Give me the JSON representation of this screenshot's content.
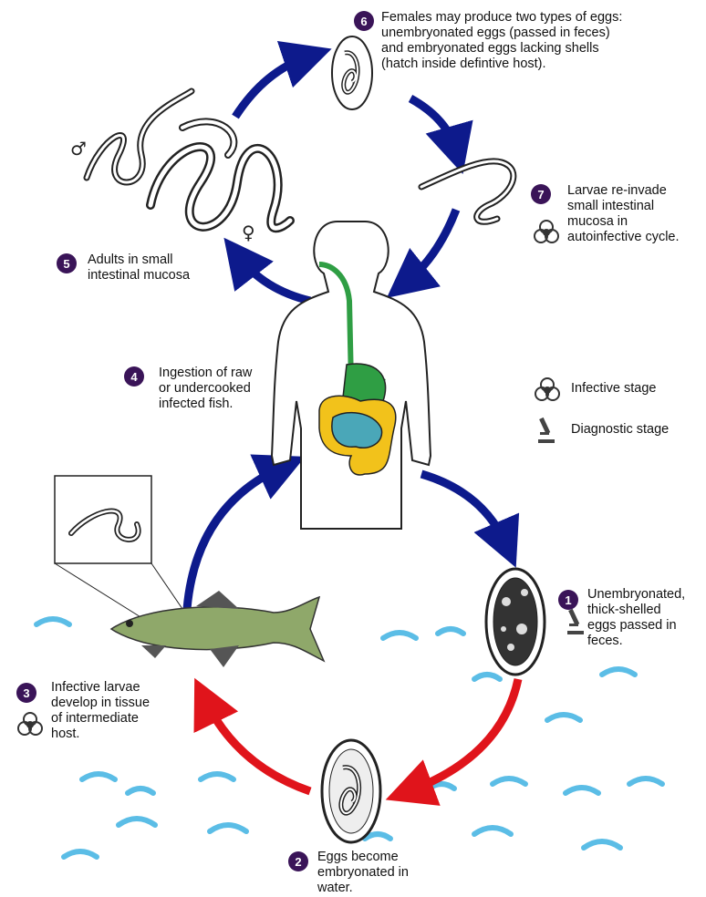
{
  "steps": [
    {
      "num": "1",
      "text": "Unembryonated,\nthick-shelled\neggs passed in\nfeces."
    },
    {
      "num": "2",
      "text": "Eggs become\nembryonated in\nwater."
    },
    {
      "num": "3",
      "text": "Infective larvae\ndevelop in tissue\nof intermediate\nhost."
    },
    {
      "num": "4",
      "text": "Ingestion of raw\nor undercooked\ninfected fish."
    },
    {
      "num": "5",
      "text": "Adults in small\nintestinal mucosa"
    },
    {
      "num": "6",
      "text": "Females may produce two types of eggs:\nunembryonated eggs (passed in feces)\nand embryonated eggs lacking shells\n(hatch inside defintive host)."
    },
    {
      "num": "7",
      "text": "Larvae re-invade\nsmall intestinal\nmucosa in\nautoinfective cycle."
    }
  ],
  "legend": {
    "infective": "Infective stage",
    "diagnostic": "Diagnostic stage"
  },
  "symbols": {
    "male": "♂",
    "female": "♀"
  },
  "colors": {
    "badge": "#3a1458",
    "arrow_blue": "#0d1a8c",
    "arrow_red": "#e0141b",
    "water": "#5bbde6",
    "gi_green": "#2f9e44",
    "gi_yellow": "#f2c21b",
    "gi_teal": "#4aa7b8",
    "fish": "#8fa86a"
  }
}
